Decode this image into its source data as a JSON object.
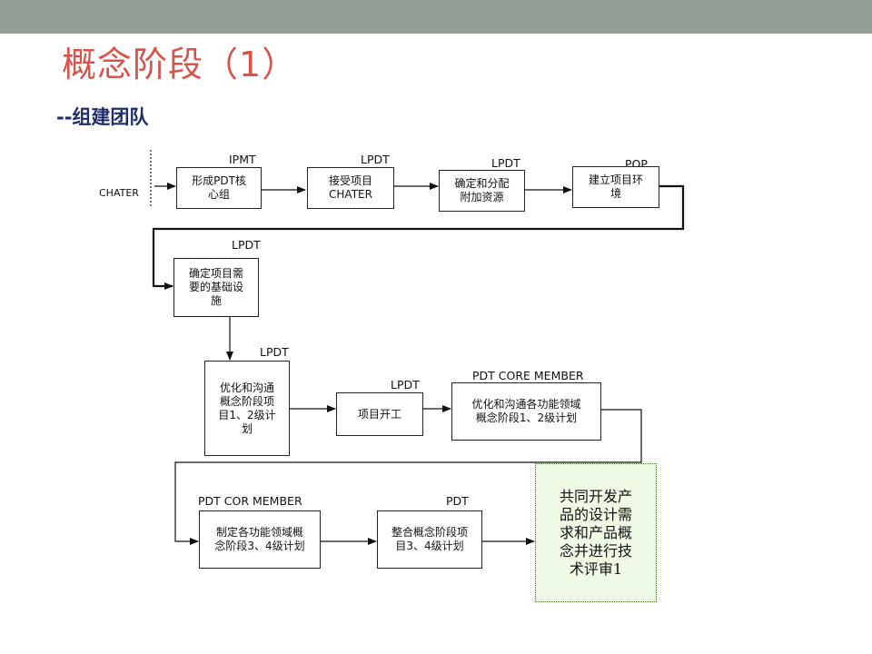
{
  "slide": {
    "title": "概念阶段（1）",
    "subtitle": "--组建团队"
  },
  "diagram": {
    "input_label": "CHATER",
    "steps": [
      {
        "id": "s1",
        "role": "IPMT",
        "text": "形成PDT核\n心组"
      },
      {
        "id": "s2",
        "role": "LPDT",
        "text": "接受项目\nCHATER"
      },
      {
        "id": "s3",
        "role": "LPDT",
        "text": "确定和分配\n附加资源"
      },
      {
        "id": "s4",
        "role": "POP",
        "text": "建立项目环\n境"
      },
      {
        "id": "s5",
        "role": "LPDT",
        "text": "确定项目需\n要的基础设\n施"
      },
      {
        "id": "s6",
        "role": "LPDT",
        "text": "优化和沟通\n概念阶段项\n目1、2级计\n划"
      },
      {
        "id": "s7",
        "role": "LPDT",
        "text": "项目开工"
      },
      {
        "id": "s8",
        "role": "PDT CORE MEMBER",
        "text": "优化和沟通各功能领域\n概念阶段1、2级计划"
      },
      {
        "id": "s9",
        "role": "PDT COR MEMBER",
        "text": "制定各功能领域概\n念阶段3、4级计划"
      },
      {
        "id": "s10",
        "role": "PDT",
        "text": "整合概念阶段项\n目3、4级计划"
      },
      {
        "id": "s11",
        "role": "",
        "text": "共同开发产\n品的设计需\n求和产品概\n念并进行技\n术评审1"
      }
    ]
  }
}
